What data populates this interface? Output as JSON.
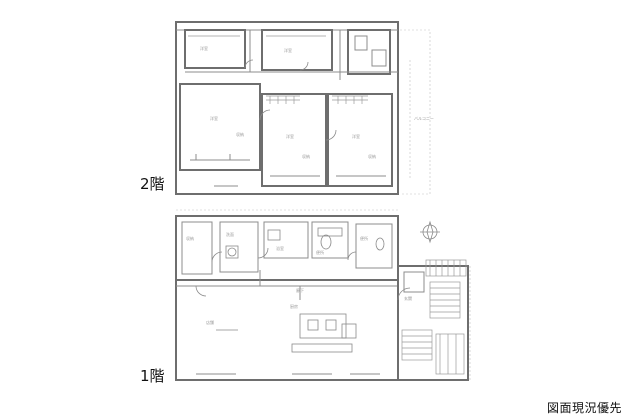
{
  "floors": {
    "second": {
      "label": "2階"
    },
    "first": {
      "label": "1階"
    }
  },
  "caption": "図面現況優先",
  "colors": {
    "wall": "#6e6e6e",
    "text": "#111111",
    "background": "#ffffff"
  }
}
